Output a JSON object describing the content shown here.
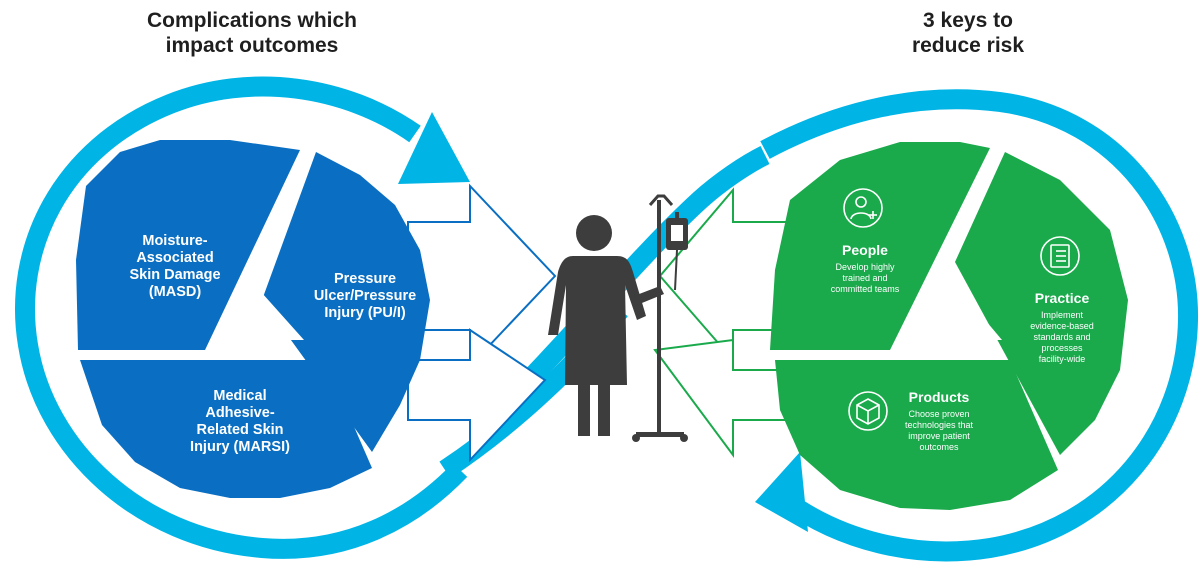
{
  "left_heading": {
    "line1": "Complications which",
    "line2": "impact outcomes"
  },
  "right_heading": {
    "line1": "3 keys to",
    "line2": "reduce risk"
  },
  "complications": [
    {
      "lines": [
        "Moisture-",
        "Associated",
        "Skin Damage",
        "(MASD)"
      ]
    },
    {
      "lines": [
        "Pressure",
        "Ulcer/Pressure",
        "Injury (PU/I)"
      ]
    },
    {
      "lines": [
        "Medical",
        "Adhesive-",
        "Related Skin",
        "Injury (MARSI)"
      ]
    }
  ],
  "keys": [
    {
      "title": "People",
      "desc": [
        "Develop highly",
        "trained and",
        "committed teams"
      ],
      "icon": "person-add-icon"
    },
    {
      "title": "Practice",
      "desc": [
        "Implement",
        "evidence-based",
        "standards and",
        "processes",
        "facility-wide"
      ],
      "icon": "clipboard-checklist-icon"
    },
    {
      "title": "Products",
      "desc": [
        "Choose proven",
        "technologies that",
        "improve patient",
        "outcomes"
      ],
      "icon": "box-icon"
    }
  ],
  "colors": {
    "loop": "#00b4e6",
    "complications": "#0a6fc2",
    "keys": "#1aaa4b",
    "patient": "#3d3d3d",
    "arrow_left_outline": "#0a6fc2",
    "arrow_right_outline": "#1aaa4b"
  }
}
